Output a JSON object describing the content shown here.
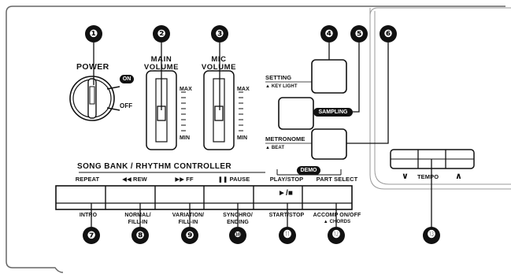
{
  "power": {
    "label": "POWER",
    "on_label": "ON",
    "off_label": "OFF"
  },
  "main_volume": {
    "label_line1": "MAIN",
    "label_line2": "VOLUME",
    "max": "MAX",
    "min": "MIN"
  },
  "mic_volume": {
    "label_line1": "MIC",
    "label_line2": "VOLUME",
    "max": "MAX",
    "min": "MIN"
  },
  "setting": {
    "label": "SETTING",
    "sub": "KEY LIGHT"
  },
  "sampling": {
    "label": "SAMPLING"
  },
  "metronome": {
    "label": "METRONOME",
    "sub": "BEAT"
  },
  "tempo": {
    "label": "TEMPO",
    "down": "∨",
    "up": "∧"
  },
  "song_bank": {
    "title": "SONG BANK / RHYTHM CONTROLLER",
    "demo": "DEMO",
    "buttons": [
      {
        "top": "REPEAT",
        "bottom": "INTRO",
        "bottom2": ""
      },
      {
        "top": "REW",
        "bottom": "NORMAL/",
        "bottom2": "FILL-IN"
      },
      {
        "top": "FF",
        "bottom": "VARIATION/",
        "bottom2": "FILL-IN"
      },
      {
        "top": "PAUSE",
        "bottom": "SYNCHRO/",
        "bottom2": "ENDING"
      },
      {
        "top": "PLAY/STOP",
        "bottom": "START/STOP",
        "bottom2": "",
        "face": "►/■"
      },
      {
        "top": "PART SELECT",
        "bottom": "ACCOMP ON/OFF",
        "bottom2": "CHORDS"
      }
    ]
  },
  "callouts": [
    "❶",
    "❷",
    "❸",
    "❹",
    "❺",
    "❻",
    "❼",
    "❽",
    "❾",
    "❿",
    "⓫",
    "⓬",
    "⓭"
  ],
  "colors": {
    "ink": "#111111",
    "panel_line": "#666666",
    "light_line": "#9a9a9a"
  }
}
